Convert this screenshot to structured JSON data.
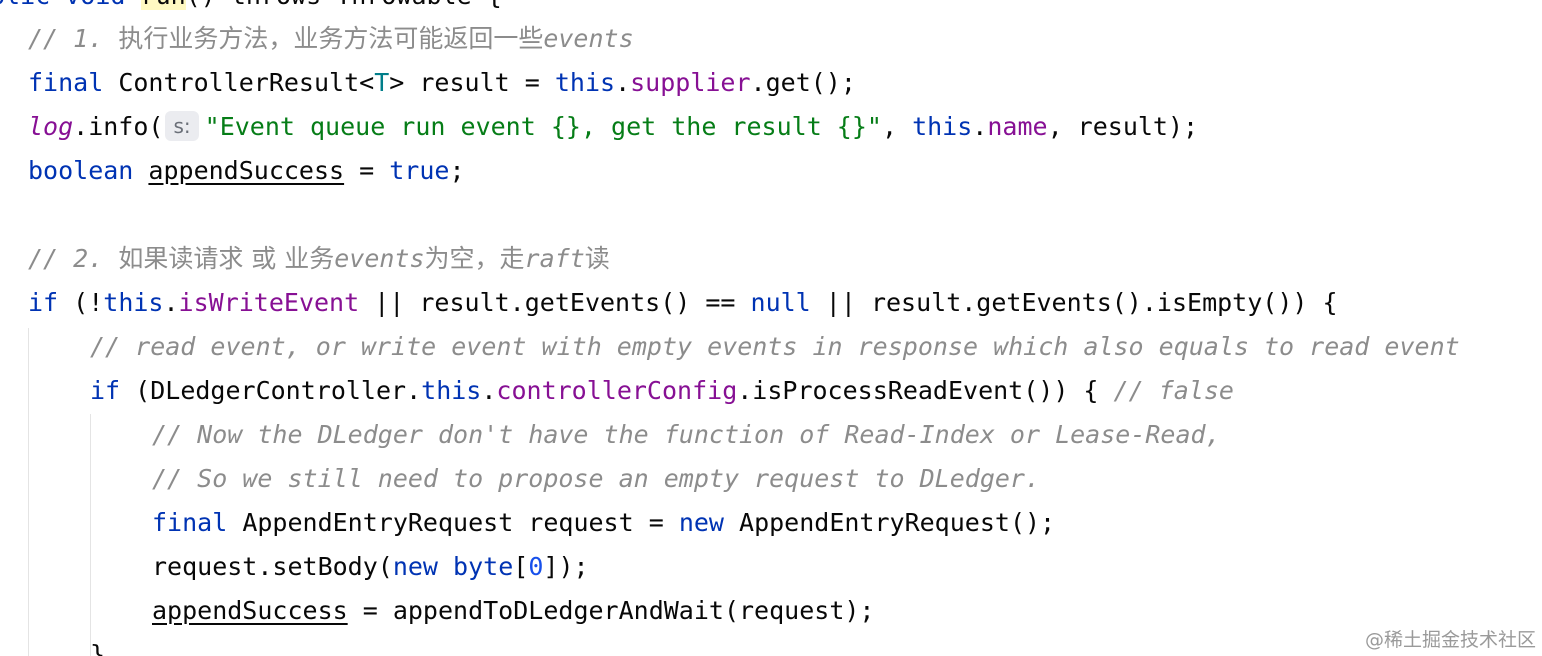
{
  "code": {
    "line0": {
      "a": "blic void ",
      "b": "run",
      "c": "() throws Throwable {"
    },
    "line1": {
      "a": "// 1. ",
      "b": "执行业务方法，业务方法可能返回一些",
      "c": "events"
    },
    "line2": {
      "a": "final",
      "b": " ControllerResult<",
      "c": "T",
      "d": "> result = ",
      "e": "this",
      ".": ".",
      "f": "supplier",
      "g": ".get();"
    },
    "line3": {
      "a": "log",
      "b": ".info(",
      "hint": "s:",
      "c": "\"Event queue run event {}, get the result {}\"",
      "d": ", ",
      "e": "this",
      "f": ".",
      "g": "name",
      "h": ", result);"
    },
    "line4": {
      "a": "boolean",
      "b": " ",
      "c": "appendSuccess",
      "d": " = ",
      "e": "true",
      "f": ";"
    },
    "line5": {
      "a": "// 2. ",
      "b": "如果读请求 或 业务",
      "c": "events",
      "d": "为空，走",
      "e": "raft",
      "f": "读"
    },
    "line6": {
      "a": "if",
      "b": " (!",
      "c": "this",
      "d": ".",
      "e": "isWriteEvent",
      "f": " || result.getEvents() == ",
      "g": "null",
      "h": " || result.getEvents().isEmpty()) {"
    },
    "line7": {
      "a": "// read event, or write event with empty events in response which also equals to read event"
    },
    "line8": {
      "a": "if",
      "b": " (DLedgerController.",
      "c": "this",
      "d": ".",
      "e": "controllerConfig",
      "f": ".isProcessReadEvent()) { ",
      "g": "// false"
    },
    "line9": {
      "a": "// Now the DLedger don't have the function of Read-Index or Lease-Read,"
    },
    "line10": {
      "a": "// So we still need to propose an empty request to DLedger."
    },
    "line11": {
      "a": "final",
      "b": " AppendEntryRequest request = ",
      "c": "new",
      "d": " AppendEntryRequest();"
    },
    "line12": {
      "a": "request.setBody(",
      "b": "new",
      "c": " ",
      "d": "byte",
      "e": "[",
      "f": "0",
      "g": "]);"
    },
    "line13": {
      "a": "appendSuccess",
      "b": " = appendToDLedgerAndWait(request);"
    },
    "line14": {
      "a": "}"
    }
  },
  "watermark": "@稀土掘金技术社区",
  "colors": {
    "keyword": "#0033b3",
    "field": "#871094",
    "string": "#067d17",
    "number": "#1750eb",
    "comment": "#8c8c8c",
    "type_param": "#007e8a",
    "text": "#080808"
  }
}
